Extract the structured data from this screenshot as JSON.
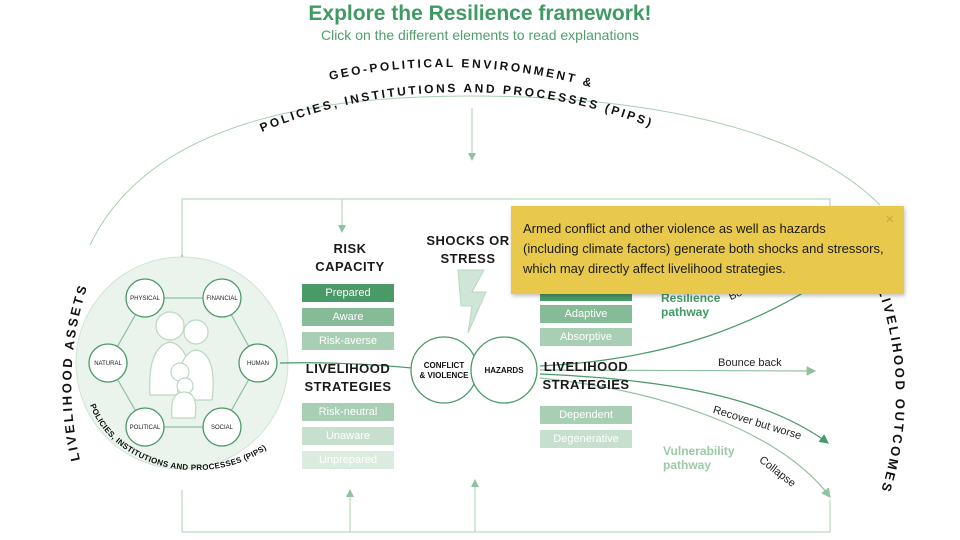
{
  "header": {
    "title": "Explore the Resilience framework!",
    "subtitle": "Click on the different elements to read explanations"
  },
  "top_arc": {
    "line1": "GEO-POLITICAL ENVIRONMENT &",
    "line2": "POLICIES, INSTITUTIONS AND PROCESSES (PIPS)"
  },
  "assets": {
    "outer_label": "LIVELIHOOD ASSETS",
    "inner_label": "POLICIES, INSTITUTIONS AND PROCESSES (PIPS)",
    "nodes": [
      "PHYSICAL",
      "FINANCIAL",
      "NATURAL",
      "HUMAN",
      "POLITICAL",
      "SOCIAL"
    ]
  },
  "outcomes_label": "LIVELIHOOD OUTCOMES",
  "risk_capacity": {
    "heading_line1": "RISK",
    "heading_line2": "CAPACITY",
    "top_pills": [
      "Prepared",
      "Aware",
      "Risk-averse"
    ],
    "bottom_pills": [
      "Risk-neutral",
      "Unaware",
      "Unprepared"
    ]
  },
  "strategies_left": {
    "line1": "LIVELIHOOD",
    "line2": "STRATEGIES"
  },
  "strategies_right": {
    "line1": "LIVELIHOOD",
    "line2": "STRATEGIES"
  },
  "shocks": {
    "line1": "SHOCKS OR",
    "line2": "STRESS"
  },
  "circles": {
    "conflict_line1": "CONFLICT",
    "conflict_line2": "& VIOLENCE",
    "hazards": "HAZARDS"
  },
  "right_pills": {
    "top": [
      "Adaptive",
      "Absorptive"
    ],
    "bottom": [
      "Dependent",
      "Degenerative"
    ]
  },
  "pathways": {
    "resilience_line1": "Resilience",
    "resilience_line2": "pathway",
    "vulnerability_line1": "Vulnerability",
    "vulnerability_line2": "pathway"
  },
  "flows": {
    "bounce_back_up": "Bounce back +",
    "bounce_back": "Bounce back",
    "recover_worse": "Recover but worse",
    "collapse": "Collapse"
  },
  "tooltip": {
    "text": "Armed conflict and other violence as well as hazards (including climate factors) generate both shocks and stressors, which may directly affect livelihood strategies.",
    "close": "×"
  },
  "colors": {
    "title_green": "#3f9a63",
    "pill_dark": "#4a9a68",
    "pill_mid": "#86bb97",
    "pill_light": "#a8cfb4",
    "pill_pale": "#c7e0cd",
    "pill_palest": "#dcebdf",
    "line_green": "#8fc29f",
    "tooltip_yellow": "#e9c94b"
  }
}
